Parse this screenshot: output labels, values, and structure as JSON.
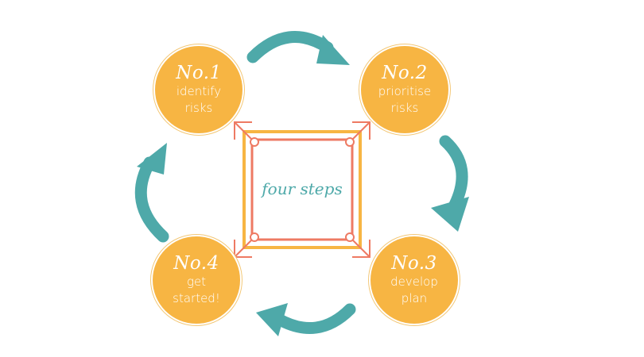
{
  "colors": {
    "circle_fill": "#f7b543",
    "arrow": "#4ea9a9",
    "frame_outer": "#f7b543",
    "frame_inner": "#ee7a63",
    "center_text": "#4ea9a9",
    "text_on_circle": "#ffffff"
  },
  "center": {
    "label": "four steps"
  },
  "steps": [
    {
      "number": "No.1",
      "line1": "identify",
      "line2": "risks"
    },
    {
      "number": "No.2",
      "line1": "prioritise",
      "line2": "risks"
    },
    {
      "number": "No.3",
      "line1": "develop",
      "line2": "plan"
    },
    {
      "number": "No.4",
      "line1": "get",
      "line2": "started!"
    }
  ]
}
